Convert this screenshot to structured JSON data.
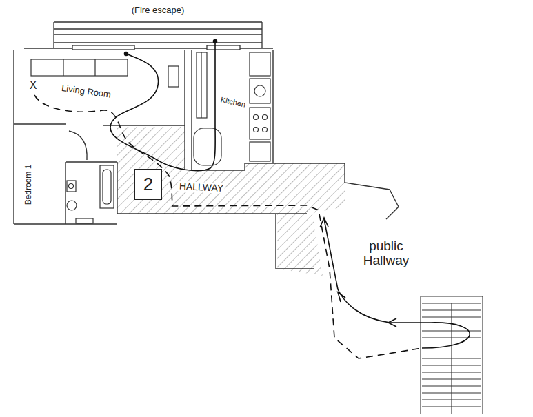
{
  "diagram": {
    "nodes": [
      {
        "text": [
          "(Fire escape)"
        ]
      },
      {
        "text": [
          "2"
        ]
      }
    ],
    "labels": [
      "Living Room",
      "Kitchen",
      "Bedroom 1",
      "HALLWAY",
      "public Hallway",
      "X"
    ]
  }
}
